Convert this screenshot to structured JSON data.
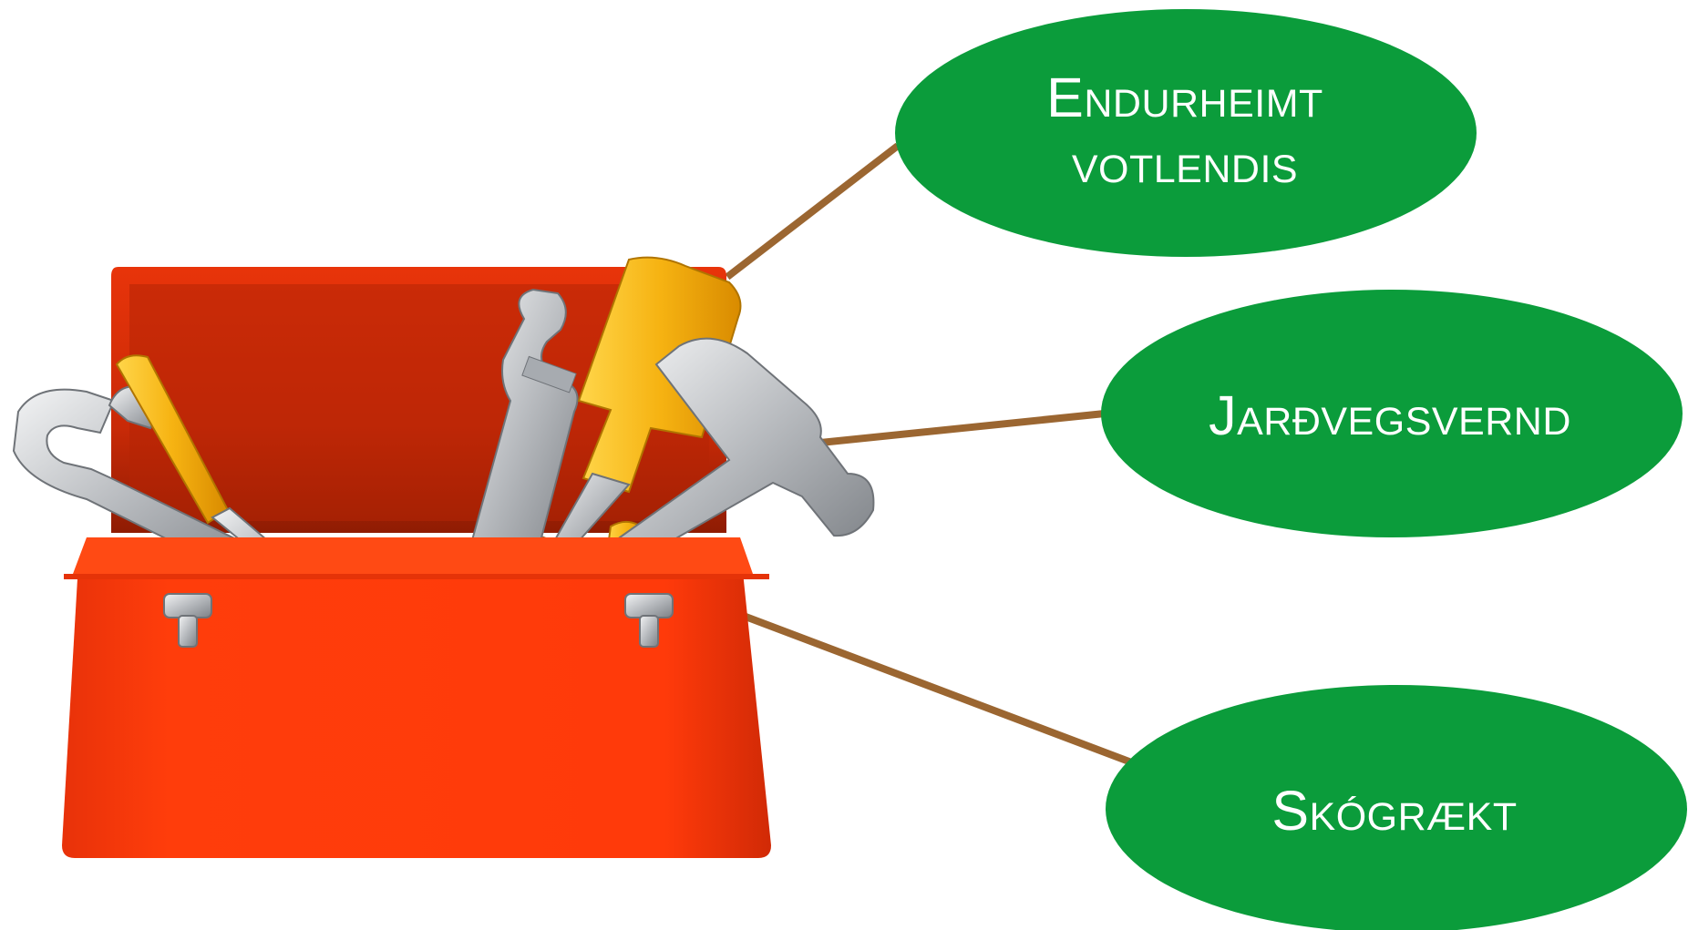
{
  "colors": {
    "bubble_fill": "#0b9c3b",
    "connector": "#9b6631",
    "toolbox_body": "#ff3a0a",
    "toolbox_lid": "#d42d08",
    "handle_yellow": "#f6b816",
    "metal": "#c7c9cc"
  },
  "bubbles": [
    {
      "lines": [
        "Endurheimt",
        "votlendis"
      ]
    },
    {
      "lines": [
        "Jarðvegsvernd"
      ]
    },
    {
      "lines": [
        "Skógrækt"
      ]
    }
  ],
  "illustration": {
    "icon": "toolbox-icon",
    "tools": [
      "open-end-wrench-icon",
      "screwdriver-icon",
      "adjustable-wrench-icon",
      "hammer-icon"
    ]
  }
}
